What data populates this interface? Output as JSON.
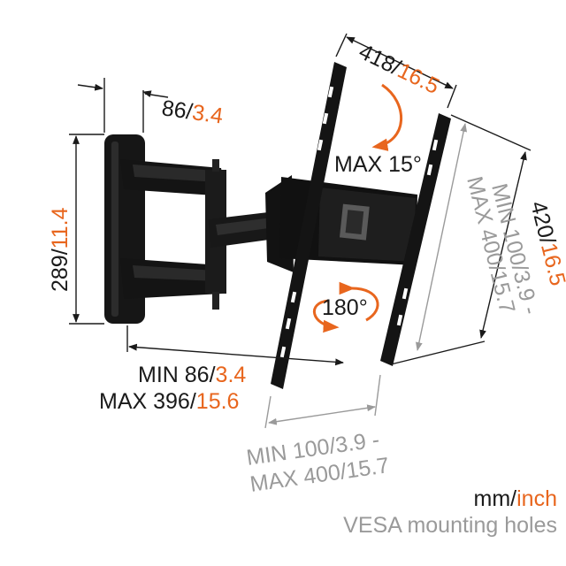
{
  "colors": {
    "mm": "#1a1a1a",
    "inch": "#e8661e",
    "vesa": "#9a9a9a",
    "mount": "#161616"
  },
  "dims": {
    "depth": {
      "mm": "86",
      "sep": "/",
      "inch": "3.4"
    },
    "height": {
      "mm": "289",
      "sep": "/",
      "inch": "11.4"
    },
    "arm_min": {
      "prefix": "MIN ",
      "mm": "86",
      "sep": "/",
      "inch": "3.4"
    },
    "arm_max": {
      "prefix": "MAX ",
      "mm": "396",
      "sep": "/",
      "inch": "15.6"
    },
    "plate_width": {
      "mm": "418",
      "sep": "/",
      "inch": "16.5"
    },
    "plate_height": {
      "mm": "420",
      "sep": "/",
      "inch": "16.5"
    },
    "tilt": "MAX 15°",
    "swivel": "180°",
    "vesa_h": {
      "line1": "MIN 100/3.9 -",
      "line2": "MAX 400/15.7"
    },
    "vesa_v": {
      "line1": "MIN 100/3.9 -",
      "line2": "MAX 400/15.7"
    }
  },
  "legend": {
    "mm": "mm",
    "sep": "/",
    "inch": "inch",
    "vesa": "VESA mounting holes"
  }
}
